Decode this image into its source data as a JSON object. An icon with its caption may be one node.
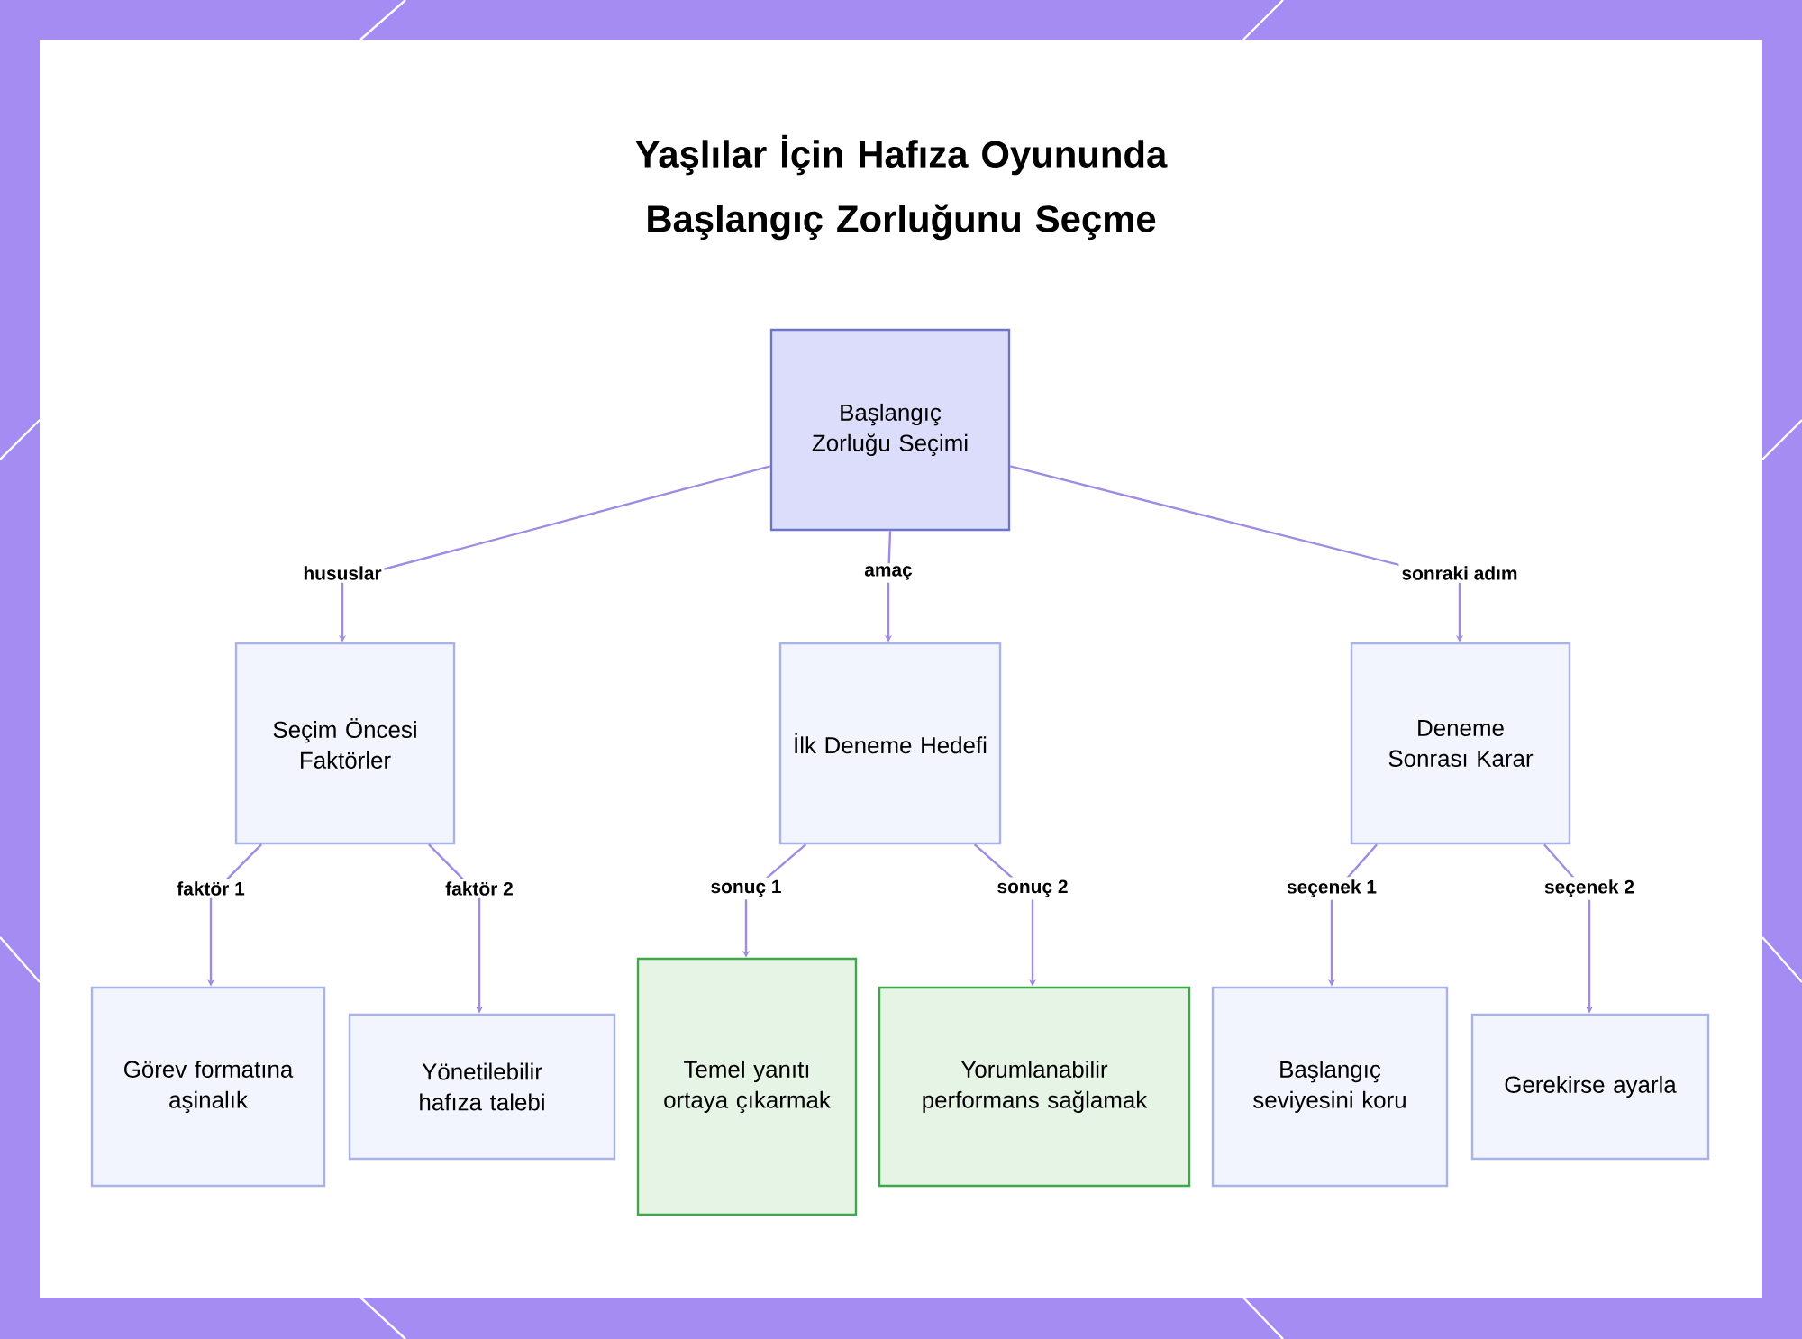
{
  "diagram": {
    "title": "Yaşlılar İçin Hafıza Oyununda Başlangıç Zorluğunu Seçme",
    "nodes": [
      {
        "text": [
          "Başlangıç Zorluğu Seçimi"
        ]
      },
      {
        "text": [
          "Seçim Öncesi Faktörler"
        ]
      },
      {
        "text": [
          "İlk Deneme Hedefi"
        ]
      },
      {
        "text": [
          "Deneme Sonrası Karar"
        ]
      },
      {
        "text": [
          "Görev formatına aşinalık"
        ]
      },
      {
        "text": [
          "Yönetilebilir hafıza talebi"
        ]
      },
      {
        "text": [
          "Temel yanıtı ortaya çıkarmak"
        ]
      },
      {
        "text": [
          "Yorumlanabilir performans sağlamak"
        ]
      },
      {
        "text": [
          "Başlangıç seviyesini koru"
        ]
      },
      {
        "text": [
          "Gerekirse ayarla"
        ]
      }
    ],
    "edges": [
      {
        "from": 0,
        "to": 1,
        "arrow": "to",
        "label": "hususlar"
      },
      {
        "from": 0,
        "to": 2,
        "arrow": "to",
        "label": "amaç"
      },
      {
        "from": 0,
        "to": 3,
        "arrow": "to",
        "label": "sonraki adım"
      },
      {
        "from": 1,
        "to": 4,
        "arrow": "to",
        "label": "faktör 1"
      },
      {
        "from": 1,
        "to": 5,
        "arrow": "to",
        "label": "faktör 2"
      },
      {
        "from": 2,
        "to": 6,
        "arrow": "to",
        "label": "sonuç 1"
      },
      {
        "from": 2,
        "to": 7,
        "arrow": "to",
        "label": "sonuç 2"
      },
      {
        "from": 3,
        "to": 8,
        "arrow": "to",
        "label": "seçenek 1"
      },
      {
        "from": 3,
        "to": 9,
        "arrow": "to",
        "label": "seçenek 2"
      }
    ]
  }
}
